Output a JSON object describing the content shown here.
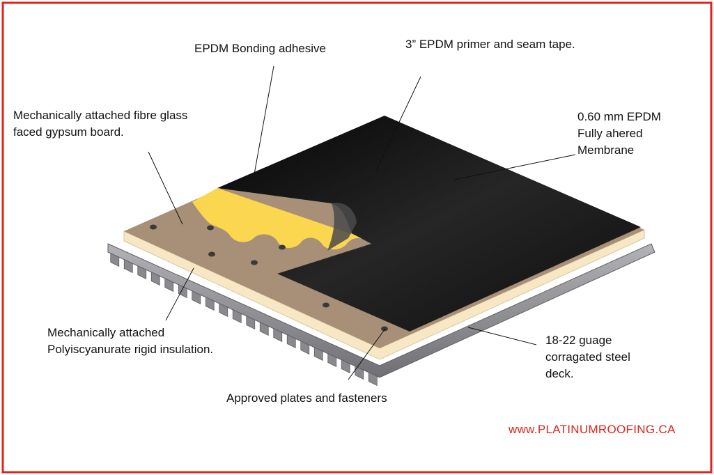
{
  "labels": {
    "bonding_adhesive": "EPDM Bonding adhesive",
    "primer_seam_tape": "3” EPDM primer and seam tape.",
    "gypsum_board": "Mechanically attached fibre glass\nfaced gypsum board.",
    "membrane": "0.60 mm EPDM\nFully ahered\nMembrane",
    "insulation": "Mechanically attached\nPolyiscyanurate rigid insulation.",
    "steel_deck": "18-22 guage\ncorragated steel\ndeck.",
    "fasteners": "Approved plates and fasteners"
  },
  "website": "www.PLATINUMROOFING.CA",
  "colors": {
    "frame": "#e2231a",
    "membrane": "#1a1a1a",
    "adhesive": "#fbd64f",
    "gypsum": "#a88f77",
    "insulation": "#f8e7c4",
    "steel": "#8a8a8e",
    "website": "#e2231a"
  }
}
